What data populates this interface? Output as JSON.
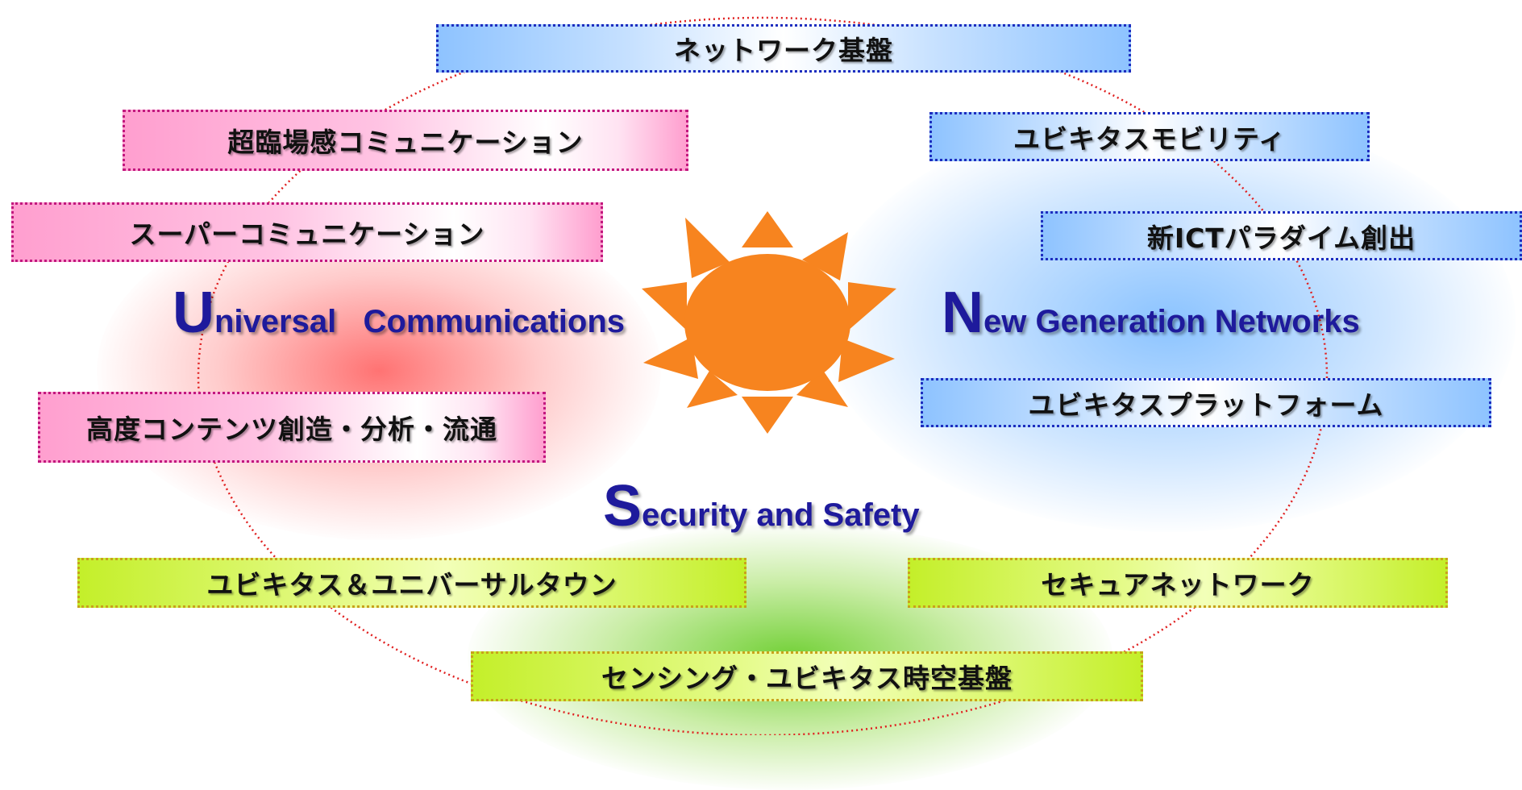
{
  "colors": {
    "pink_glow": "#ff6b6b",
    "blue_glow": "#6cb6ff",
    "green_glow": "#6fcf1a",
    "circle_dotted": "#e02020",
    "sun": "#f7841f",
    "heading_text": "#1e1a9c"
  },
  "icons": {
    "center": "sun-icon"
  },
  "themes": {
    "universal": {
      "initial": "U",
      "rest": "niversal   Communications"
    },
    "ngn": {
      "initial": "N",
      "rest": "ew Generation Networks"
    },
    "security": {
      "initial": "S",
      "rest": "ecurity and Safety"
    }
  },
  "boxes": {
    "network_base": "ネットワーク基盤",
    "ultra_realistic": "超臨場感コミュニケーション",
    "super_comm": "スーパーコミュニケーション",
    "content": "高度コンテンツ創造・分析・流通",
    "ubiq_mobility": "ユビキタスモビリティ",
    "new_ict": "新ICTパラダイム創出",
    "ubiq_platform": "ユビキタスプラットフォーム",
    "ubiq_town": "ユビキタス＆ユニバーサルタウン",
    "secure_net": "セキュアネットワーク",
    "sensing": "センシング・ユビキタス時空基盤"
  }
}
